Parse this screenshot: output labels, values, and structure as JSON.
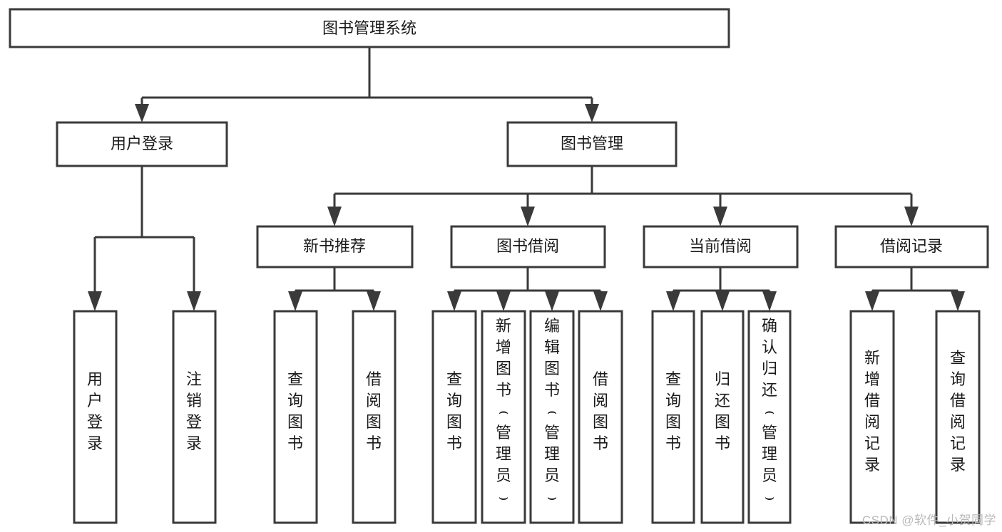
{
  "diagram": {
    "title": "图书管理系统",
    "type": "tree-hierarchy-chart",
    "root": {
      "id": "root",
      "label": "图书管理系统"
    },
    "level2": [
      {
        "id": "user-login",
        "label": "用户登录"
      },
      {
        "id": "book-manage",
        "label": "图书管理"
      }
    ],
    "level3": [
      {
        "id": "new-book-recommend",
        "label": "新书推荐",
        "parent": "book-manage"
      },
      {
        "id": "book-borrow",
        "label": "图书借阅",
        "parent": "book-manage"
      },
      {
        "id": "current-borrow",
        "label": "当前借阅",
        "parent": "book-manage"
      },
      {
        "id": "borrow-record",
        "label": "借阅记录",
        "parent": "book-manage"
      }
    ],
    "leaves": {
      "user-login": [
        {
          "id": "leaf-user-login",
          "label": "用户登录"
        },
        {
          "id": "leaf-user-logout",
          "label": "注销登录"
        }
      ],
      "new-book-recommend": [
        {
          "id": "leaf-query-book-1",
          "label": "查询图书"
        },
        {
          "id": "leaf-borrow-book-1",
          "label": "借阅图书"
        }
      ],
      "book-borrow": [
        {
          "id": "leaf-query-book-2",
          "label": "查询图书"
        },
        {
          "id": "leaf-add-book",
          "label": "新增图书（管理员）"
        },
        {
          "id": "leaf-edit-book",
          "label": "编辑图书（管理员）"
        },
        {
          "id": "leaf-borrow-book-2",
          "label": "借阅图书"
        }
      ],
      "current-borrow": [
        {
          "id": "leaf-query-book-3",
          "label": "查询图书"
        },
        {
          "id": "leaf-return-book",
          "label": "归还图书"
        },
        {
          "id": "leaf-confirm-return",
          "label": "确认归还（管理员）"
        }
      ],
      "borrow-record": [
        {
          "id": "leaf-add-record",
          "label": "新增借阅记录"
        },
        {
          "id": "leaf-query-record",
          "label": "查询借阅记录"
        }
      ]
    }
  },
  "colors": {
    "background": "#ffffff",
    "node_fill": "#ffffff",
    "node_stroke": "#3a3a3a",
    "text": "#1a1a1a",
    "watermark": "#b9b9b9"
  },
  "watermark": {
    "text": "CSDN @软件_小贺同学"
  }
}
